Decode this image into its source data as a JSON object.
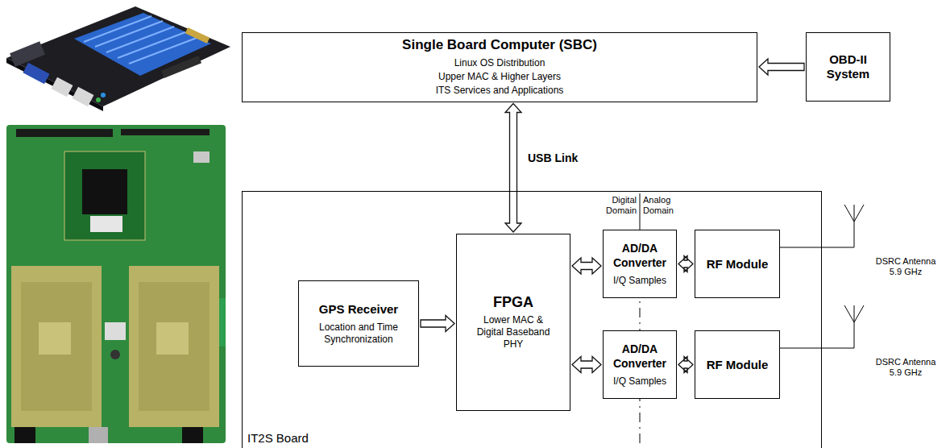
{
  "diagram": {
    "nodes": [
      {
        "text": [
          "Single Board Computer (SBC)",
          "Linux OS Distribution",
          "Upper MAC & Higher Layers",
          "ITS Services and Applications"
        ]
      },
      {
        "text": [
          "OBD-II System"
        ]
      },
      {
        "text": [
          "IT2S Board"
        ]
      },
      {
        "text": [
          "GPS Receiver",
          "Location and Time Synchronization"
        ],
        "in": 2
      },
      {
        "text": [
          "FPGA",
          "Lower MAC & Digital Baseband PHY"
        ],
        "in": 2
      },
      {
        "text": [
          "AD/DA Converter",
          "I/Q Samples"
        ],
        "in": 2
      },
      {
        "text": [
          "RF Module"
        ],
        "in": 2
      },
      {
        "text": [
          "AD/DA Converter",
          "I/Q Samples"
        ],
        "in": 2
      },
      {
        "text": [
          "RF Module"
        ],
        "in": 2
      }
    ],
    "edges": [
      {
        "from": 1,
        "to": 0,
        "arrow": "to"
      },
      {
        "from": 0,
        "to": 4,
        "label": "USB Link",
        "arrow": "both"
      },
      {
        "from": 3,
        "to": 4,
        "arrow": "to"
      },
      {
        "from": 4,
        "to": 5,
        "arrow": "both"
      },
      {
        "from": 5,
        "to": 6,
        "arrow": "both"
      },
      {
        "from": 4,
        "to": 7,
        "arrow": "both"
      },
      {
        "from": 7,
        "to": 8,
        "arrow": "both"
      }
    ],
    "labels": [
      "Digital Domain",
      "Analog Domain",
      "DSRC Antenna 5.9 GHz",
      "DSRC Antenna 5.9 GHz"
    ]
  }
}
